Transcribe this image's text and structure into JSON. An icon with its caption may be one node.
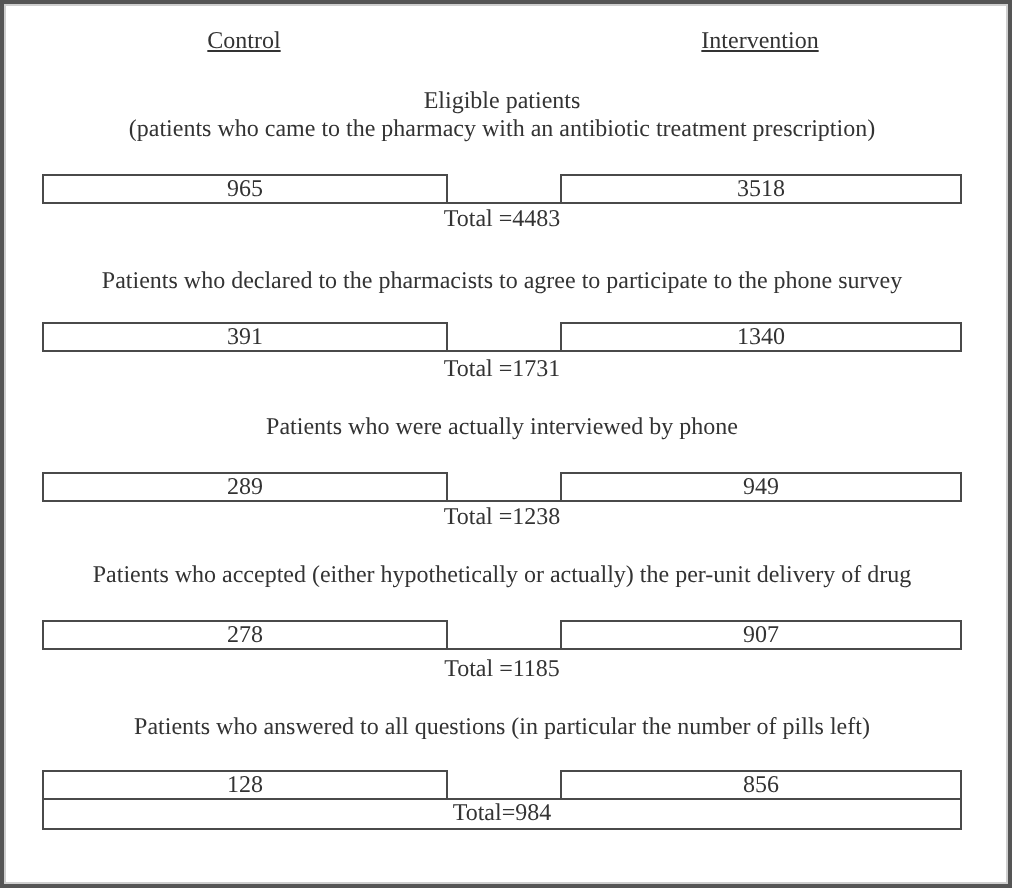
{
  "diagram": {
    "nodes": [
      {
        "text": [
          "965"
        ]
      },
      {
        "text": [
          "3518"
        ]
      },
      {
        "text": [
          "391"
        ]
      },
      {
        "text": [
          "1340"
        ]
      },
      {
        "text": [
          "289"
        ]
      },
      {
        "text": [
          "949"
        ]
      },
      {
        "text": [
          "278"
        ]
      },
      {
        "text": [
          "907"
        ]
      },
      {
        "text": [
          "128"
        ]
      },
      {
        "text": [
          "856"
        ]
      },
      {
        "text": [
          "Total=984"
        ]
      }
    ],
    "edges": [
      {
        "from": 0,
        "to": 1,
        "arrow": "none"
      },
      {
        "from": 2,
        "to": 3,
        "arrow": "none"
      },
      {
        "from": 4,
        "to": 5,
        "arrow": "none"
      },
      {
        "from": 6,
        "to": 7,
        "arrow": "none"
      }
    ],
    "labels": [
      "Control",
      "Intervention",
      "Eligible patients",
      "(patients who came to the pharmacy with an antibiotic treatment prescription)",
      "Total =4483",
      "Patients who declared to the pharmacists to agree to participate to the phone survey",
      "Total =1731",
      "Patients who were actually interviewed by phone",
      "Total =1238",
      "Patients who accepted (either hypothetically or actually) the per-unit delivery of drug",
      "Total =1185",
      "Patients who answered to all questions (in particular the number of pills left)"
    ]
  }
}
